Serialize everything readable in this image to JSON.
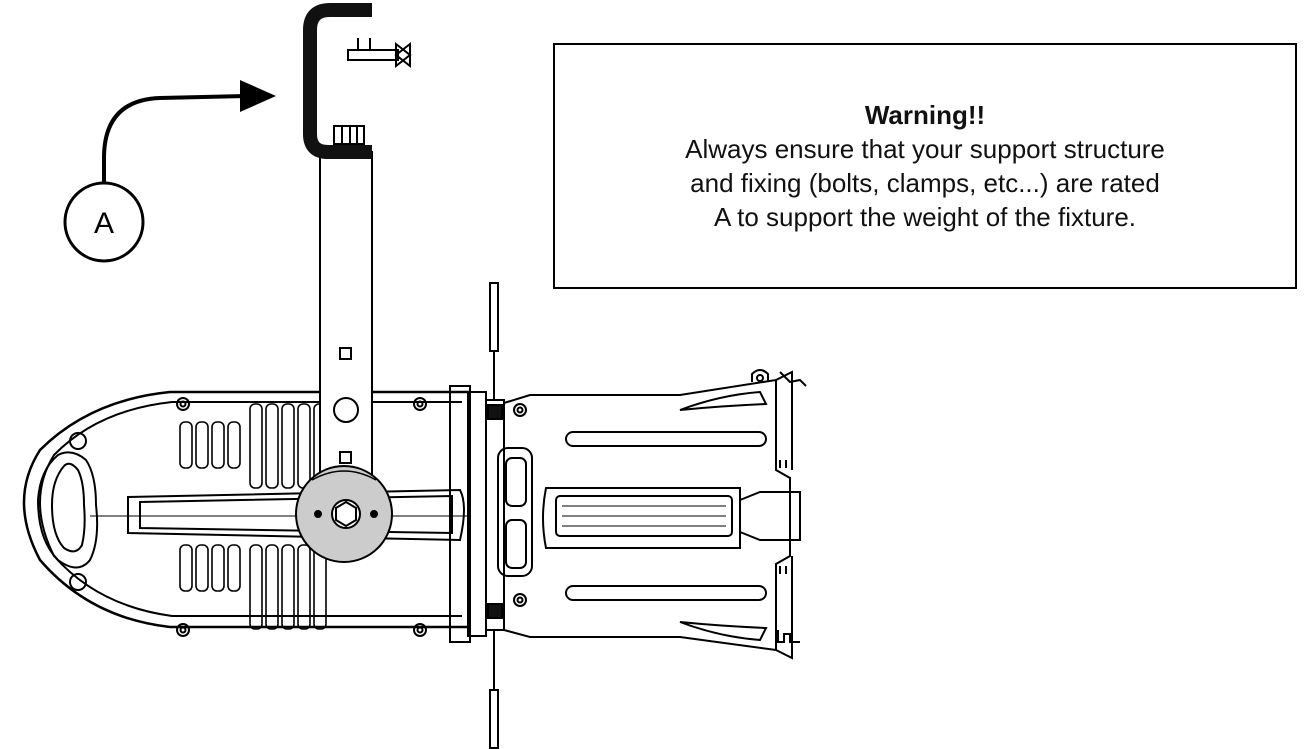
{
  "callout": {
    "label": "A"
  },
  "warning": {
    "title": "Warning!!",
    "lines": [
      "Always ensure that your support structure",
      "and fixing (bolts, clamps, etc...) are rated",
      "A to support the weight of the fixture."
    ]
  },
  "colors": {
    "line": "#000000",
    "background": "#ffffff",
    "fill_dark": "#111111",
    "fill_grey": "#cccccc"
  }
}
